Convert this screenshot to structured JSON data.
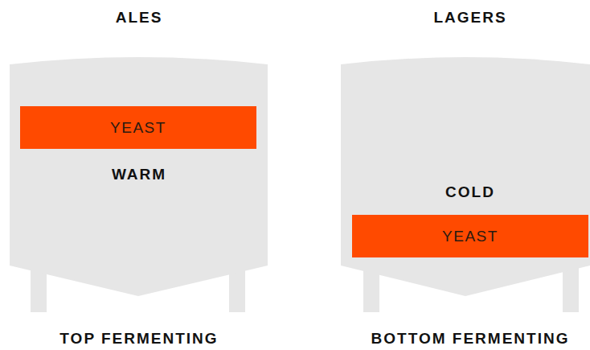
{
  "diagram": {
    "nodes": [
      {
        "text": [
          "ALES",
          "WARM",
          "TOP FERMENTING"
        ]
      },
      {
        "text": [
          "YEAST"
        ],
        "in": 0
      },
      {
        "text": [
          "LAGERS",
          "COLD",
          "BOTTOM FERMENTING"
        ]
      },
      {
        "text": [
          "YEAST"
        ],
        "in": 2
      }
    ]
  }
}
